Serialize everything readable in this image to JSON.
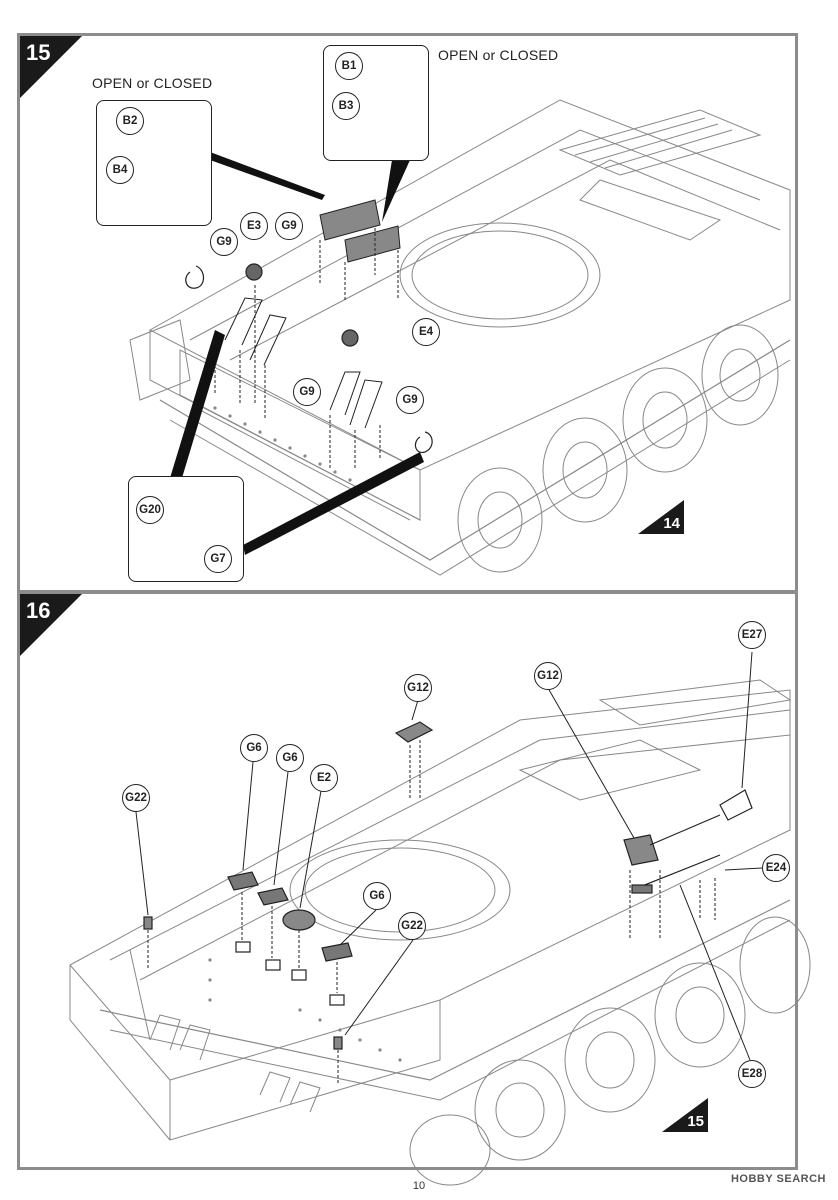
{
  "steps": [
    {
      "number": "15",
      "note": "OPEN or CLOSED",
      "note2": "OPEN or CLOSED",
      "ref_step": "14"
    },
    {
      "number": "16",
      "ref_step": "15"
    }
  ],
  "step15_callouts": {
    "b1": "B1",
    "b3": "B3",
    "b2": "B2",
    "b4": "B4",
    "e3": "E3",
    "g9a": "G9",
    "g9b": "G9",
    "g9c": "G9",
    "g9d": "G9",
    "e4": "E4",
    "g20": "G20",
    "g7": "G7"
  },
  "step16_callouts": {
    "g12a": "G12",
    "g12b": "G12",
    "e27": "E27",
    "g6a": "G6",
    "g6b": "G6",
    "e2": "E2",
    "g22a": "G22",
    "g6c": "G6",
    "g22b": "G22",
    "e24": "E24",
    "e28": "E28"
  },
  "page_number": "10",
  "watermark": "HOBBY SEARCH"
}
